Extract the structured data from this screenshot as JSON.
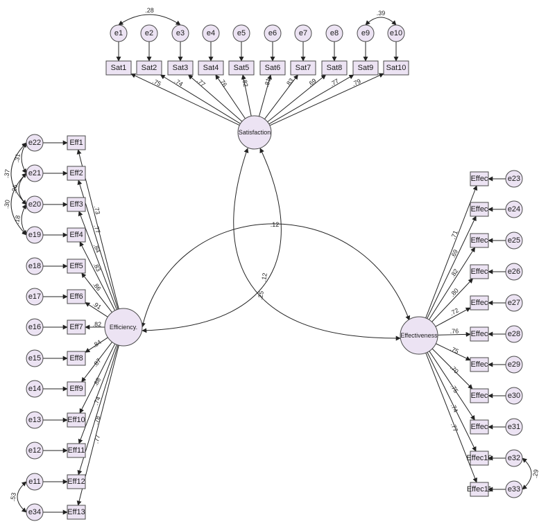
{
  "latents": {
    "satisfaction": "Satisfaction",
    "efficiency": "Efficiency.",
    "effectiveness": "Effectiveness"
  },
  "satisfaction_items": [
    {
      "indicator": "Sat1",
      "error": "e1",
      "loading": ".75"
    },
    {
      "indicator": "Sat2",
      "error": "e2",
      "loading": ".74"
    },
    {
      "indicator": "Sat3",
      "error": "e3",
      "loading": ".77"
    },
    {
      "indicator": "Sat4",
      "error": "e4",
      "loading": ".76"
    },
    {
      "indicator": "Sat5",
      "error": "e5",
      "loading": ".82"
    },
    {
      "indicator": "Sat6",
      "error": "e6",
      "loading": ".81"
    },
    {
      "indicator": "Sat7",
      "error": "e7",
      "loading": ".83"
    },
    {
      "indicator": "Sat8",
      "error": "e8",
      "loading": ".69"
    },
    {
      "indicator": "Sat9",
      "error": "e9",
      "loading": ".77"
    },
    {
      "indicator": "Sat10",
      "error": "e10",
      "loading": ".79"
    }
  ],
  "efficiency_items": [
    {
      "indicator": "Eff1",
      "error": "e22",
      "loading": ".73"
    },
    {
      "indicator": "Eff2",
      "error": "e21",
      "loading": ".77"
    },
    {
      "indicator": "Eff3",
      "error": "e20",
      "loading": ".84"
    },
    {
      "indicator": "Eff4",
      "error": "e19",
      "loading": ".83"
    },
    {
      "indicator": "Eff5",
      "error": "e18",
      "loading": ".86"
    },
    {
      "indicator": "Eff6",
      "error": "e17",
      "loading": ".91"
    },
    {
      "indicator": "Eff7",
      "error": "e16",
      "loading": ".82"
    },
    {
      "indicator": "Eff8",
      "error": "e15",
      "loading": ".84"
    },
    {
      "indicator": "Eff9",
      "error": "e14",
      "loading": ".87"
    },
    {
      "indicator": "Eff10",
      "error": "e13",
      "loading": ".88"
    },
    {
      "indicator": "Eff11",
      "error": "e12",
      "loading": ".74"
    },
    {
      "indicator": "Eff12",
      "error": "e11",
      "loading": ".78"
    },
    {
      "indicator": "Eff13",
      "error": "e34",
      "loading": ".77"
    }
  ],
  "effectiveness_items": [
    {
      "indicator": "Effec",
      "error": "e23",
      "loading": ".71"
    },
    {
      "indicator": "Effec",
      "error": "e24",
      "loading": ".69"
    },
    {
      "indicator": "Effec",
      "error": "e25",
      "loading": ".82"
    },
    {
      "indicator": "Effec",
      "error": "e26",
      "loading": ".80"
    },
    {
      "indicator": "Effec",
      "error": "e27",
      "loading": ".72"
    },
    {
      "indicator": "Effec",
      "error": "e28",
      "loading": ".76"
    },
    {
      "indicator": "Effec",
      "error": "e29",
      "loading": ".75"
    },
    {
      "indicator": "Effec",
      "error": "e30",
      "loading": ".70"
    },
    {
      "indicator": "Effec",
      "error": "e31",
      "loading": ".75"
    },
    {
      "indicator": "Effec10",
      "error": "e32",
      "loading": ".74"
    },
    {
      "indicator": "Effec11",
      "error": "e33",
      "loading": ".77"
    }
  ],
  "error_covariances": [
    {
      "from": "e1",
      "to": "e3",
      "value": ".28"
    },
    {
      "from": "e9",
      "to": "e10",
      "value": ".39"
    },
    {
      "from": "e22",
      "to": "e21",
      "value": ".31"
    },
    {
      "from": "e22",
      "to": "e20",
      "value": ".37"
    },
    {
      "from": "e21",
      "to": "e20",
      "value": ".26"
    },
    {
      "from": "e21",
      "to": "e19",
      "value": ".30"
    },
    {
      "from": "e20",
      "to": "e19",
      "value": ".18"
    },
    {
      "from": "e11",
      "to": "e34",
      "value": ".53"
    },
    {
      "from": "e32",
      "to": "e33",
      "value": ".29"
    }
  ],
  "factor_covariances": [
    {
      "from": "Efficiency.",
      "to": "Effectiveness",
      "value": ".12"
    },
    {
      "from": "Satisfaction",
      "to": "Efficiency.",
      "value": ".12"
    },
    {
      "from": "Satisfaction",
      "to": "Effectiveness",
      "value": ".25"
    }
  ],
  "colors": {
    "node_fill": "#ece3f3",
    "stroke": "#222222"
  }
}
